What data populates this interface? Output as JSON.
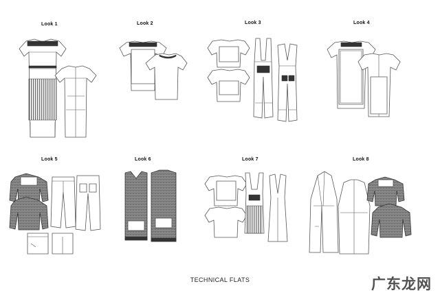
{
  "looks": [
    {
      "title": "Look 1"
    },
    {
      "title": "Look 2"
    },
    {
      "title": "Look 3"
    },
    {
      "title": "Look 4"
    },
    {
      "title": "Look 5"
    },
    {
      "title": "Look 6"
    },
    {
      "title": "Look 7"
    },
    {
      "title": "Look 8"
    }
  ],
  "footer": {
    "caption": "TECHNICAL FLATS"
  },
  "watermark": {
    "text": "广东龙网"
  }
}
